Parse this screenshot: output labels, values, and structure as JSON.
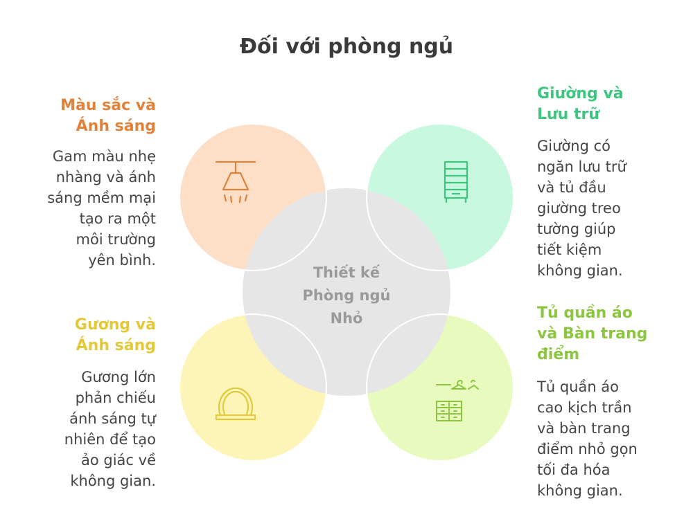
{
  "title": "Đối với phòng ngủ",
  "center": {
    "label": "Thiết kế\nPhòng ngủ\nNhỏ"
  },
  "colors": {
    "top_left_fill": "#fddfc8",
    "top_left_accent": "#e0823a",
    "top_right_fill": "#c8f8df",
    "top_right_accent": "#3cc67f",
    "bottom_left_fill": "#fdf5b8",
    "bottom_left_accent": "#e3c93a",
    "bottom_right_fill": "#e8fabd",
    "bottom_right_accent": "#8cc63f",
    "center_fill": "#e6e6e6"
  },
  "segments": {
    "top_left": {
      "heading": "Màu sắc và\nÁnh sáng",
      "text": "Gam màu nhẹ\nnhàng và ánh\nsáng mềm mại\ntạo ra một\nmôi trường\nyên bình.",
      "icon": "ceiling-lamp-icon"
    },
    "top_right": {
      "heading": "Giường và\nLưu trữ",
      "text": "Giường có\nngăn lưu trữ\nvà tủ đầu\ngiường treo\ntường giúp\ntiết kiệm\nkhông gian.",
      "icon": "storage-cabinet-icon"
    },
    "bottom_left": {
      "heading": "Gương và\nÁnh sáng",
      "text": "Gương lớn\nphản chiếu\nánh sáng tự\nnhiên để tạo\nảo giác về\nkhông gian.",
      "icon": "mirror-icon"
    },
    "bottom_right": {
      "heading": "Tủ quần áo\nvà Bàn trang\nđiểm",
      "text": "Tủ quần áo\ncao kịch trần\nvà bàn trang\nđiểm nhỏ gọn\ntối đa hóa\nkhông gian.",
      "icon": "wardrobe-dresser-icon"
    }
  }
}
